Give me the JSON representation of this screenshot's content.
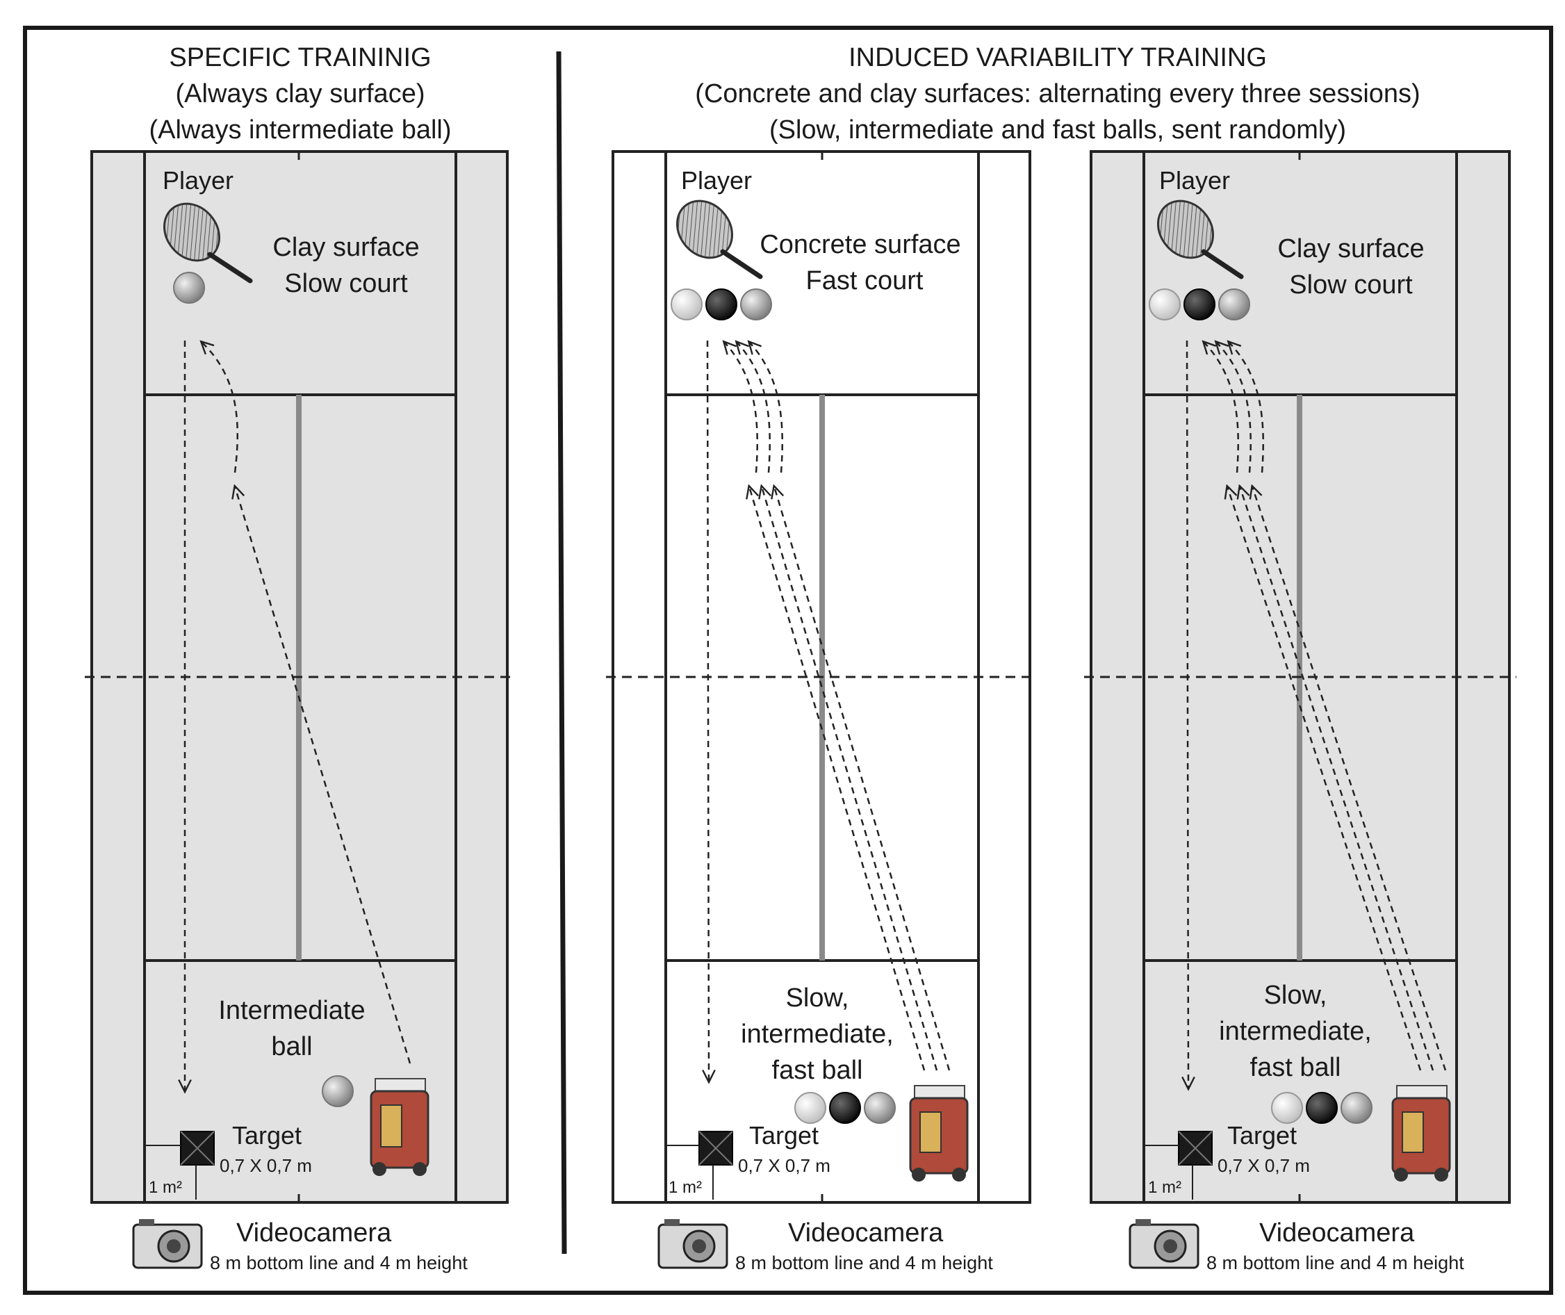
{
  "left_panel": {
    "title": "SPECIFIC TRAININIG",
    "subtitle1": "(Always clay surface)",
    "subtitle2": "(Always intermediate ball)",
    "court": {
      "player_label": "Player",
      "surface_line1": "Clay surface",
      "surface_line2": "Slow court",
      "ball_line1": "Intermediate",
      "ball_line2": "ball",
      "target_label": "Target",
      "target_size": "0,7 X 0,7 m",
      "area_label": "1 m²"
    },
    "camera_label": "Videocamera",
    "camera_note": "8 m bottom line and 4 m height"
  },
  "right_panel": {
    "title": "INDUCED VARIABILITY TRAINING",
    "subtitle1": "(Concrete and clay surfaces: alternating every three sessions)",
    "subtitle2": "(Slow, intermediate and fast balls, sent randomly)",
    "courts": [
      {
        "player_label": "Player",
        "surface_line1": "Concrete surface",
        "surface_line2": "Fast court",
        "ball_line1": "Slow,",
        "ball_line2": "intermediate,",
        "ball_line3": "fast ball",
        "target_label": "Target",
        "target_size": "0,7 X 0,7 m",
        "area_label": "1 m²",
        "camera_label": "Videocamera",
        "camera_note": "8 m bottom line and 4 m height"
      },
      {
        "player_label": "Player",
        "surface_line1": "Clay surface",
        "surface_line2": "Slow court",
        "ball_line1": "Slow,",
        "ball_line2": "intermediate,",
        "ball_line3": "fast ball",
        "target_label": "Target",
        "target_size": "0,7 X 0,7 m",
        "area_label": "1 m²",
        "camera_label": "Videocamera",
        "camera_note": "8 m bottom line and 4 m height"
      }
    ]
  },
  "colors": {
    "clay_court": "#e2e2e2",
    "concrete_court": "#ffffff",
    "line": "#222222",
    "center_line": "#8a8a8a",
    "ball_slow": "#e6e6e6",
    "ball_intermediate": "#b4b4b4",
    "ball_fast": "#151515",
    "machine": "#b04a3a"
  },
  "icons": [
    "racket-icon",
    "ball-icon",
    "ball-machine-icon",
    "videocamera-icon",
    "target-icon"
  ]
}
